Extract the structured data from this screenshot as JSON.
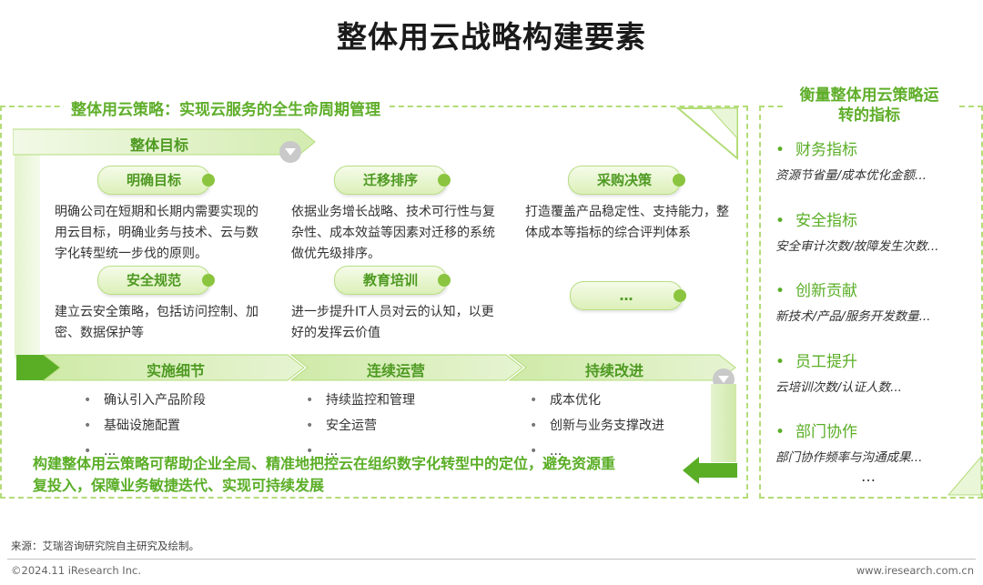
{
  "title": "整体用云战略构建要素",
  "strategy": {
    "heading": "整体用云策略：实现云服务的全生命周期管理",
    "goal_label": "整体目标",
    "goals": [
      {
        "label": "明确目标",
        "desc": "明确公司在短期和长期内需要实现的用云目标，明确业务与技术、云与数字化转型统一步伐的原则。"
      },
      {
        "label": "迁移排序",
        "desc": "依据业务增长战略、技术可行性与复杂性、成本效益等因素对迁移的系统做优先级排序。"
      },
      {
        "label": "采购决策",
        "desc": "打造覆盖产品稳定性、支持能力，整体成本等指标的综合评判体系"
      },
      {
        "label": "安全规范",
        "desc": "建立云安全策略，包括访问控制、加密、数据保护等"
      },
      {
        "label": "教育培训",
        "desc": "进一步提升IT人员对云的认知，以更好的发挥云价值"
      },
      {
        "label": "…",
        "desc": ""
      }
    ],
    "steps": [
      {
        "label": "实施细节",
        "bullets": [
          "确认引入产品阶段",
          "基础设施配置",
          "..."
        ]
      },
      {
        "label": "连续运营",
        "bullets": [
          "持续监控和管理",
          "安全运营",
          "..."
        ]
      },
      {
        "label": "持续改进",
        "bullets": [
          "成本优化",
          "创新与业务支撑改进",
          "..."
        ]
      }
    ],
    "bullet_symbol": "•",
    "conclusion_line1": "构建整体用云策略可帮助企业全局、精准地把控云在组织数字化转型中的定位，避免资源重",
    "conclusion_line2": "复投入，保障业务敏捷迭代、实现可持续发展"
  },
  "metrics": {
    "heading_line1": "衡量整体用云策略运",
    "heading_line2": "转的指标",
    "items": [
      {
        "label": "财务指标",
        "sub": "资源节省量/成本优化金额..."
      },
      {
        "label": "安全指标",
        "sub": "安全审计次数/故障发生次数..."
      },
      {
        "label": "创新贡献",
        "sub": "新技术/产品/服务开发数量..."
      },
      {
        "label": "员工提升",
        "sub": "云培训次数/认证人数..."
      },
      {
        "label": "部门协作",
        "sub": "部门协作频率与沟通成果..."
      }
    ],
    "ellipsis": "…",
    "bullet_symbol": "•"
  },
  "footer": {
    "source": "来源：艾瑞咨询研究院自主研究及绘制。",
    "copyright": "©2024.11 iResearch Inc.",
    "website": "www.iresearch.com.cn"
  },
  "colors": {
    "accent": "#5aae26",
    "light_green": "#dcf0b8",
    "dashed_border": "#b3dc78"
  }
}
